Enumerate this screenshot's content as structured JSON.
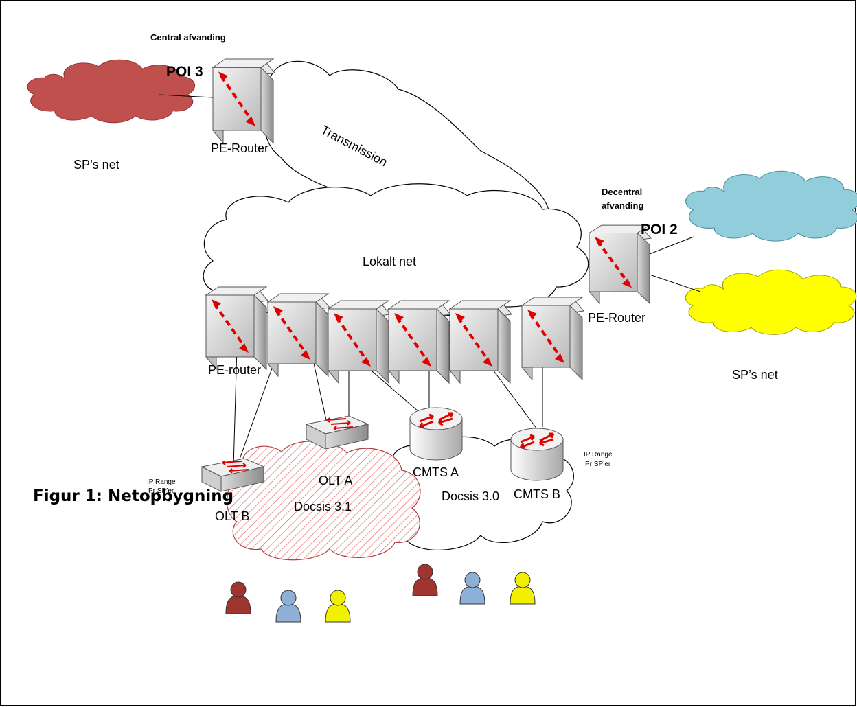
{
  "labels": {
    "central": "Central afvanding",
    "poi3": "POI 3",
    "pe_router_top": "PE-Router",
    "sp_net_left": "SP’s net",
    "transmission": "Transmission",
    "decentral_line1": "Decentral",
    "decentral_line2": "afvanding",
    "poi2": "POI 2",
    "pe_router_right": "PE-Router",
    "sp_net_right": "SP’s net",
    "lokalt_net": "Lokalt net",
    "pe_router_bottom": "PE-router",
    "olt_a": "OLT A",
    "olt_b": "OLT B",
    "cmts_a": "CMTS A",
    "cmts_b": "CMTS B",
    "docsis31": "Docsis 3.1",
    "docsis30": "Docsis 3.0",
    "ip_range_left_1": "IP Range",
    "ip_range_left_2": "Pr SP’er",
    "ip_range_right_1": "IP Range",
    "ip_range_right_2": "Pr SP’er"
  },
  "caption": "Figur 1: Netopbygning",
  "colors": {
    "sp_cloud_red": "#c0504d",
    "sp_cloud_cyan": "#92cddc",
    "sp_cloud_yellow": "#ffff00",
    "arrow_red": "#e00000",
    "user_red": "#a0342f",
    "user_blue": "#8fb0d6",
    "user_yellow": "#f0f000"
  }
}
